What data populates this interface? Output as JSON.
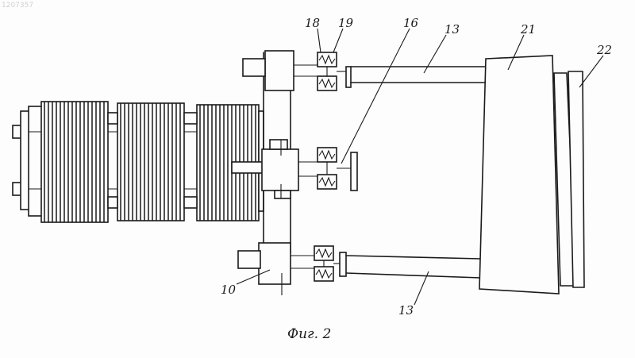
{
  "document_number": "1207357",
  "caption": "Фиг. 2",
  "labels": {
    "l18": "18",
    "l19": "19",
    "l16": "16",
    "l13_top": "13",
    "l21": "21",
    "l22": "22",
    "l10": "10",
    "l13_bottom": "13"
  }
}
